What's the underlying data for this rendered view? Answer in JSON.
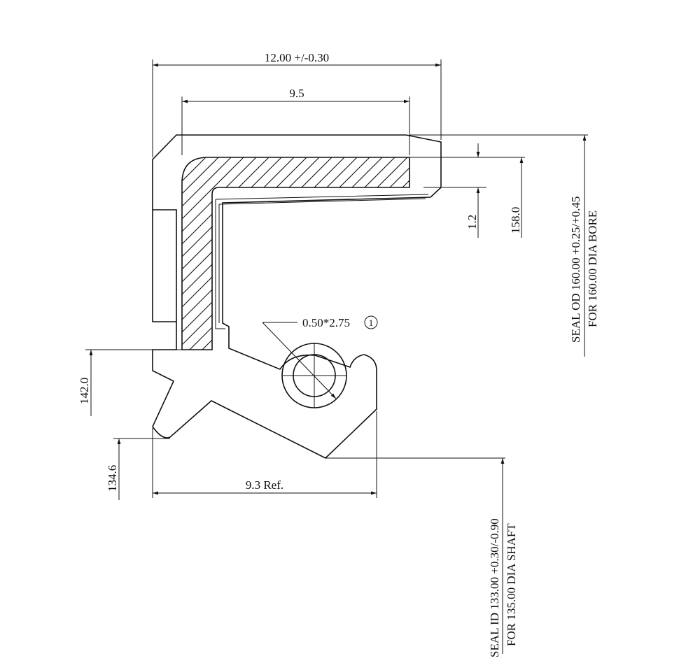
{
  "diagram": {
    "labels": {
      "overall_width": "12.00 +/-0.30",
      "case_width": "9.5",
      "case_thickness": "1.2",
      "od_height": "158.0",
      "spring": "0.50*2.75",
      "spring_item": "1",
      "dim_142": "142.0",
      "dim_134": "134.6",
      "ref_width": "9.3 Ref.",
      "seal_od_line1": "SEAL OD 160.00 +0.25/+0.45",
      "seal_od_line2": "FOR 160.00 DIA BORE",
      "seal_id_line1": "SEAL ID 133.00 +0.30/-0.90",
      "seal_id_line2": "FOR 135.00 DIA SHAFT"
    },
    "colors": {
      "line": "#111111",
      "background": "#ffffff"
    }
  }
}
